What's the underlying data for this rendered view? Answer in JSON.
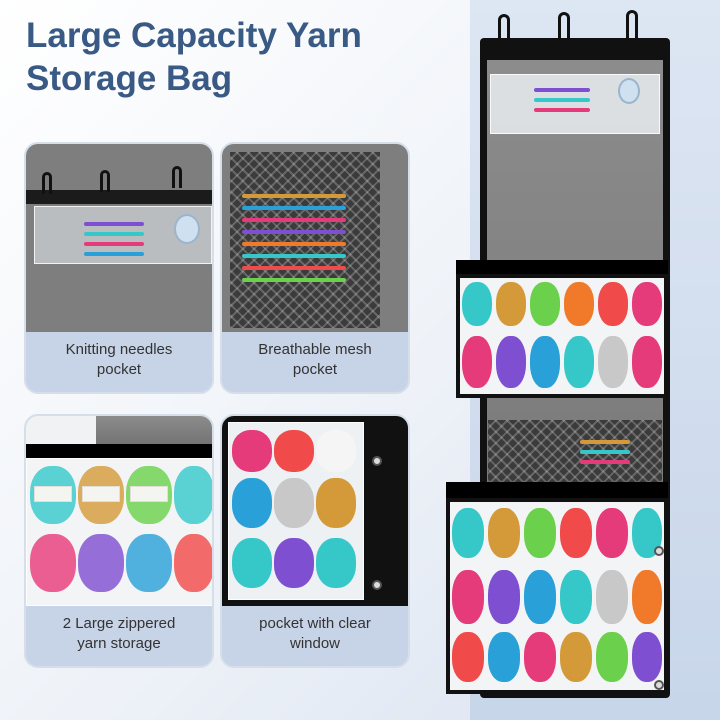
{
  "title": "Large Capacity Yarn Storage Bag",
  "cards": [
    {
      "caption": "Knitting needles\npocket"
    },
    {
      "caption": "Breathable mesh\npocket"
    },
    {
      "caption": "2 Large zippered\nyarn storage"
    },
    {
      "caption": "pocket with clear\nwindow"
    }
  ],
  "colors": {
    "title": "#3a5a86",
    "card_bg": "#c7d3e6",
    "bag": "#111111",
    "pocket_grey": "#7e7e7e"
  },
  "yarn_colors": [
    "#36c7c9",
    "#d49a3a",
    "#6bd04b",
    "#e63b7a",
    "#7e4fd0",
    "#f04a4a",
    "#2aa0d8",
    "#f5f5f5",
    "#f07a2a",
    "#c8c8c8"
  ]
}
